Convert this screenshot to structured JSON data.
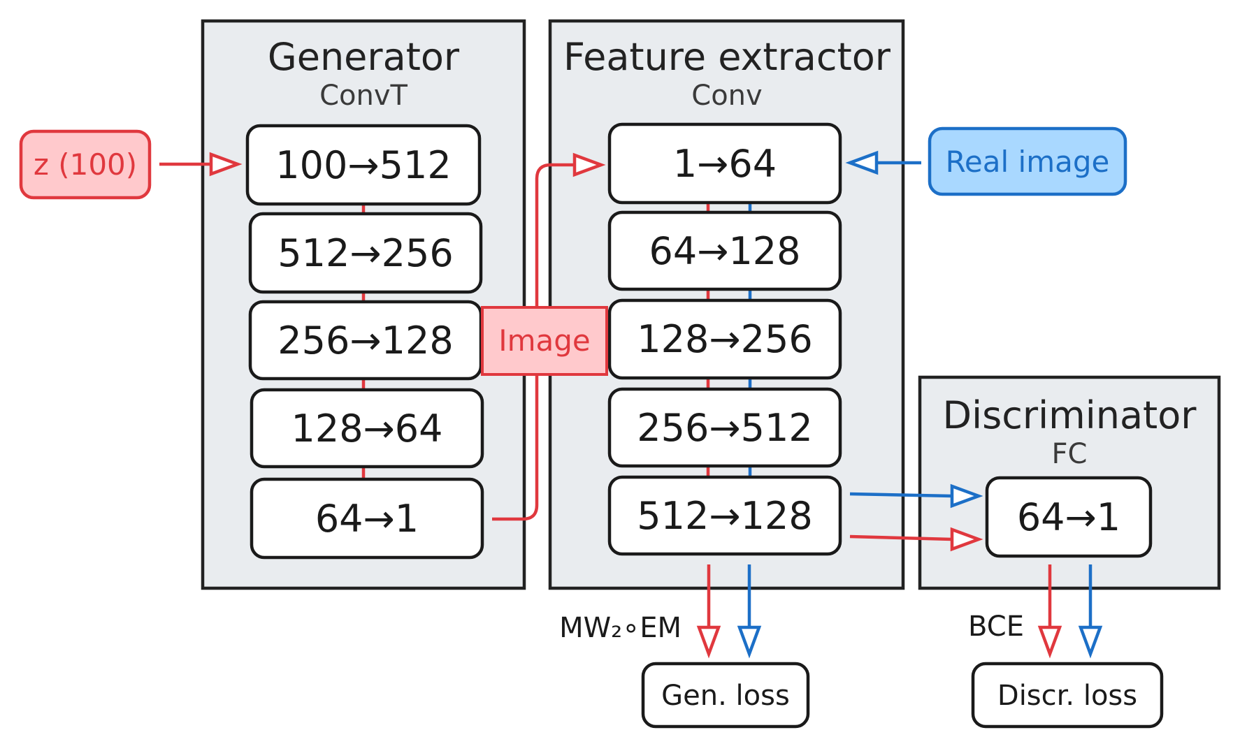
{
  "generator": {
    "title": "Generator",
    "subtitle": "ConvT",
    "layers": [
      "100→512",
      "512→256",
      "256→128",
      "128→64",
      "64→1"
    ]
  },
  "feature_extractor": {
    "title": "Feature extractor",
    "subtitle": "Conv",
    "layers": [
      "1→64",
      "64→128",
      "128→256",
      "256→512",
      "512→128"
    ]
  },
  "discriminator": {
    "title": "Discriminator",
    "subtitle": "FC",
    "layers": [
      "64→1"
    ]
  },
  "inputs": {
    "noise": "z (100)",
    "real": "Real image",
    "generated": "Image"
  },
  "losses": {
    "gen_metric": "MW₂∘EM",
    "gen_loss": "Gen. loss",
    "discr_metric": "BCE",
    "discr_loss": "Discr. loss"
  },
  "colors": {
    "generated_path": "#e0383e",
    "real_path": "#1c6fc7",
    "panel_fill": "#e9ecef"
  }
}
